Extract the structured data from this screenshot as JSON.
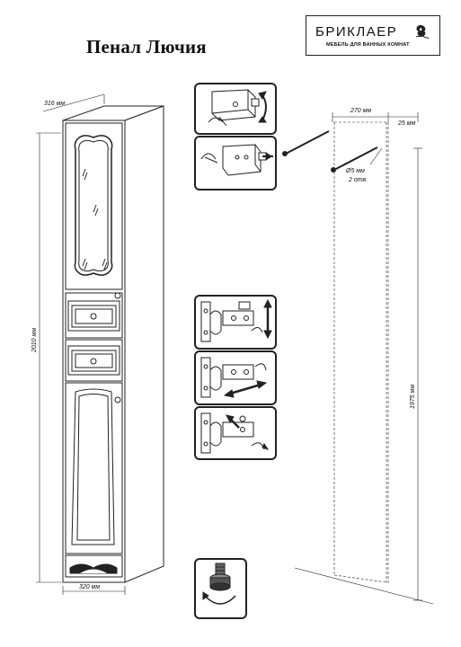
{
  "title": "Пенал Лючия",
  "brand": {
    "name": "БРИКЛАЕР",
    "tagline": "МЕБЕЛЬ ДЛЯ ВАННЫХ КОМНАТ"
  },
  "dimensions": {
    "depth": "316 мм",
    "height": "2010 мм",
    "width": "320 мм",
    "mount_width": "270 мм",
    "wall_offset": "25 мм",
    "hole_diameter": "Ø5 мм",
    "hole_count": "2 отв.",
    "mount_height": "1975 мм"
  }
}
